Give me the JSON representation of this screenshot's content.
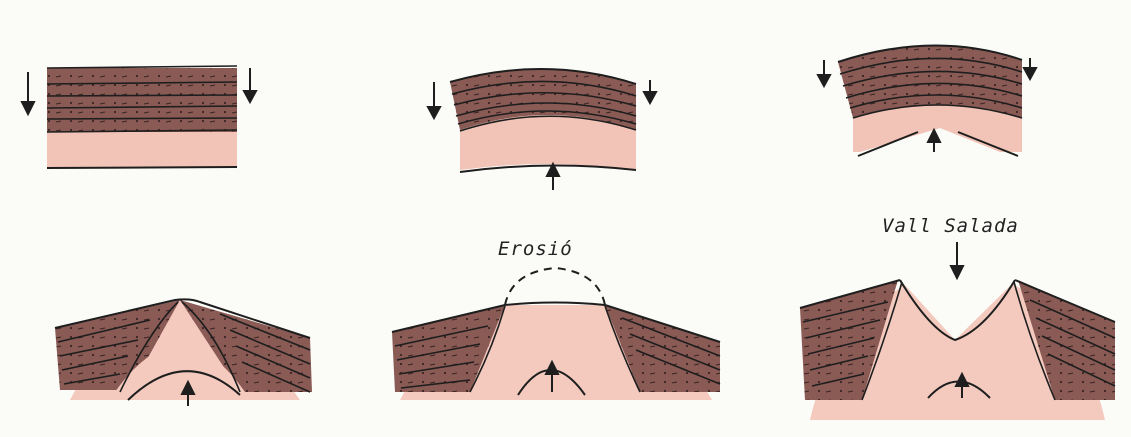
{
  "diagram": {
    "panels": [
      {
        "id": "stage-1"
      },
      {
        "id": "stage-2"
      },
      {
        "id": "stage-3"
      },
      {
        "id": "stage-4"
      },
      {
        "id": "stage-5",
        "label": "Erosió"
      },
      {
        "id": "stage-6",
        "label": "Vall Salada"
      }
    ],
    "colors": {
      "strata": "#8a5a55",
      "salt": "#f0c0b4",
      "salt_light": "#f6d8cf",
      "ink": "#1e1e1e",
      "paper": "#fbfbf8"
    }
  }
}
